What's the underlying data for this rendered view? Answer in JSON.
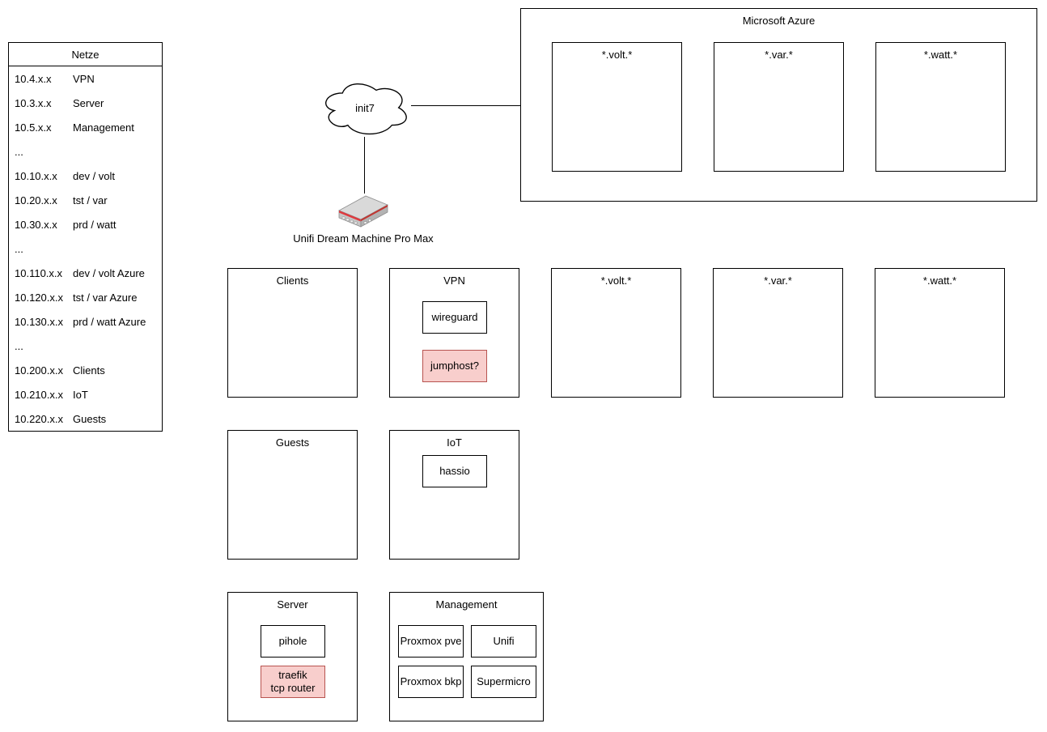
{
  "colors": {
    "pink_fill": "#f8cecc",
    "pink_border": "#b85450",
    "line": "#000000",
    "router_red": "#e0393e"
  },
  "netze_table": {
    "title": "Netze",
    "rows": [
      {
        "ip": "10.4.x.x",
        "name": "VPN"
      },
      {
        "ip": "10.3.x.x",
        "name": "Server"
      },
      {
        "ip": "10.5.x.x",
        "name": "Management"
      },
      {
        "ip": "...",
        "name": ""
      },
      {
        "ip": "10.10.x.x",
        "name": "dev / volt"
      },
      {
        "ip": "10.20.x.x",
        "name": "tst / var"
      },
      {
        "ip": "10.30.x.x",
        "name": "prd / watt"
      },
      {
        "ip": "...",
        "name": ""
      },
      {
        "ip": "10.110.x.x",
        "name": "dev / volt Azure"
      },
      {
        "ip": "10.120.x.x",
        "name": "tst / var Azure"
      },
      {
        "ip": "10.130.x.x",
        "name": "prd / watt Azure"
      },
      {
        "ip": "...",
        "name": ""
      },
      {
        "ip": "10.200.x.x",
        "name": "Clients"
      },
      {
        "ip": "10.210.x.x",
        "name": "IoT"
      },
      {
        "ip": "10.220.x.x",
        "name": "Guests"
      }
    ]
  },
  "wan": {
    "cloud_label": "init7"
  },
  "router": {
    "label": "Unifi Dream Machine Pro Max"
  },
  "azure": {
    "title": "Microsoft Azure",
    "subnets": [
      {
        "label": "*.volt.*"
      },
      {
        "label": "*.var.*"
      },
      {
        "label": "*.watt.*"
      }
    ]
  },
  "zones": {
    "clients": {
      "label": "Clients"
    },
    "vpn": {
      "label": "VPN",
      "nodes": [
        {
          "label": "wireguard"
        },
        {
          "label": "jumphost?"
        }
      ]
    },
    "volt": {
      "label": "*.volt.*"
    },
    "var": {
      "label": "*.var.*"
    },
    "watt": {
      "label": "*.watt.*"
    },
    "guests": {
      "label": "Guests"
    },
    "iot": {
      "label": "IoT",
      "nodes": [
        {
          "label": "hassio"
        }
      ]
    },
    "server": {
      "label": "Server",
      "nodes": [
        {
          "label": "pihole"
        },
        {
          "label": "traefik\ntcp router"
        }
      ]
    },
    "management": {
      "label": "Management",
      "nodes": [
        {
          "label": "Proxmox pve"
        },
        {
          "label": "Unifi"
        },
        {
          "label": "Proxmox bkp"
        },
        {
          "label": "Supermicro"
        }
      ]
    }
  }
}
